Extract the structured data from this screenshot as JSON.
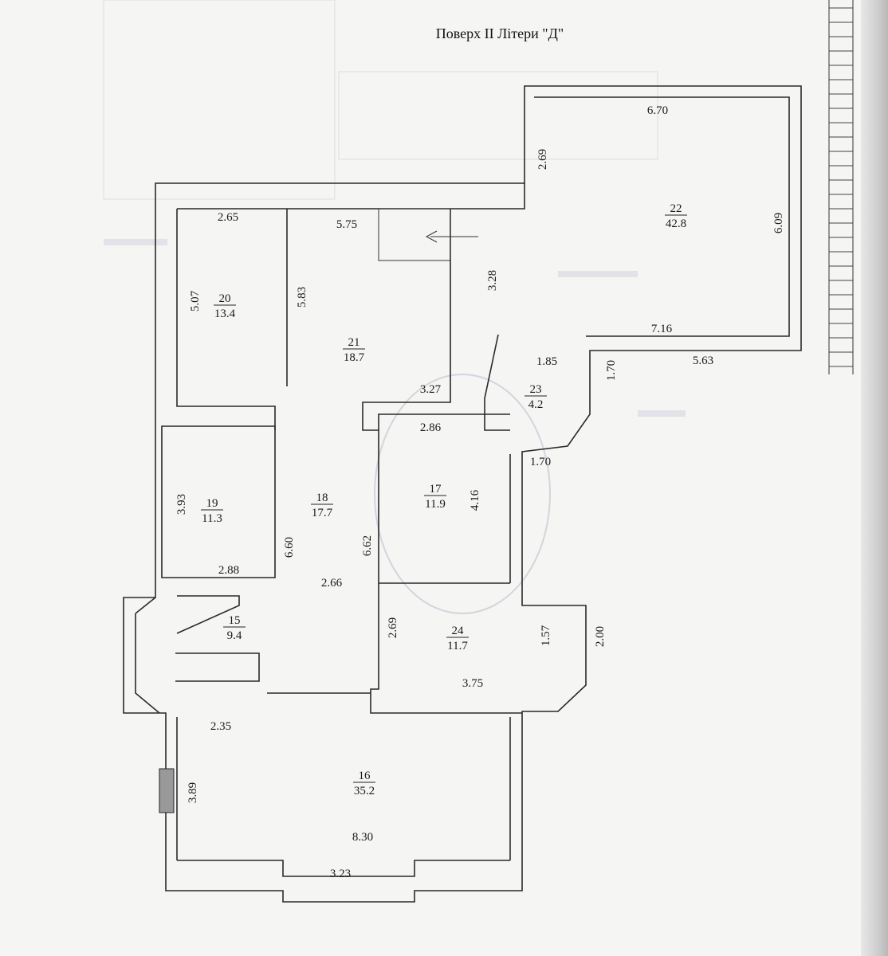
{
  "title": "Поверх II Літери \"Д\"",
  "rooms": [
    {
      "num": "22",
      "area": "42.8"
    },
    {
      "num": "20",
      "area": "13.4"
    },
    {
      "num": "21",
      "area": "18.7"
    },
    {
      "num": "23",
      "area": "4.2"
    },
    {
      "num": "17",
      "area": "11.9"
    },
    {
      "num": "19",
      "area": "11.3"
    },
    {
      "num": "18",
      "area": "17.7"
    },
    {
      "num": "15",
      "area": "9.4"
    },
    {
      "num": "24",
      "area": "11.7"
    },
    {
      "num": "16",
      "area": "35.2"
    }
  ],
  "dims": [
    "6.70",
    "2.69",
    "6.09",
    "7.16",
    "5.63",
    "2.65",
    "5.07",
    "5.75",
    "5.83",
    "3.28",
    "3.27",
    "1.85",
    "1.70",
    "2.86",
    "4.16",
    "1.70",
    "3.93",
    "2.88",
    "6.60",
    "6.62",
    "2.66",
    "2.69",
    "1.57",
    "2.00",
    "3.75",
    "2.35",
    "3.89",
    "8.30",
    "3.23"
  ]
}
